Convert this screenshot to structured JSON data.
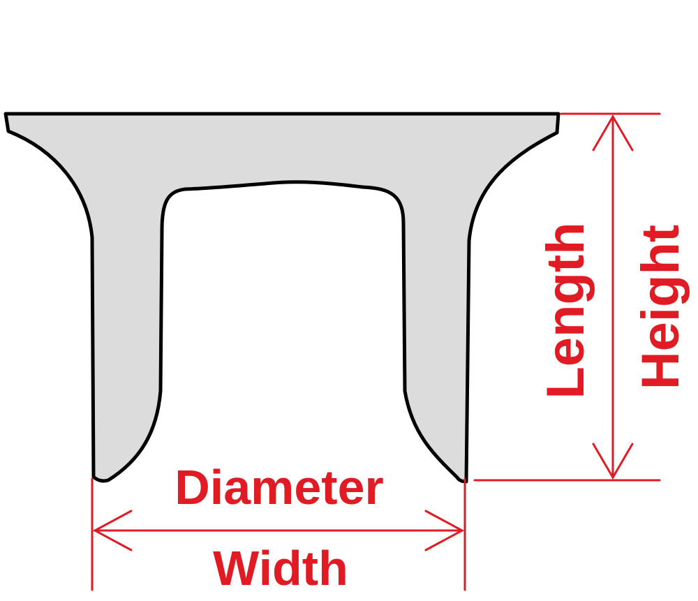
{
  "labels": {
    "diameter": "Diameter",
    "width": "Width",
    "length": "Length",
    "height": "Height"
  },
  "colors": {
    "dimension": "#e01b24",
    "part_fill": "#dcdcdc",
    "part_outline": "#000000",
    "background": "#ffffff"
  }
}
